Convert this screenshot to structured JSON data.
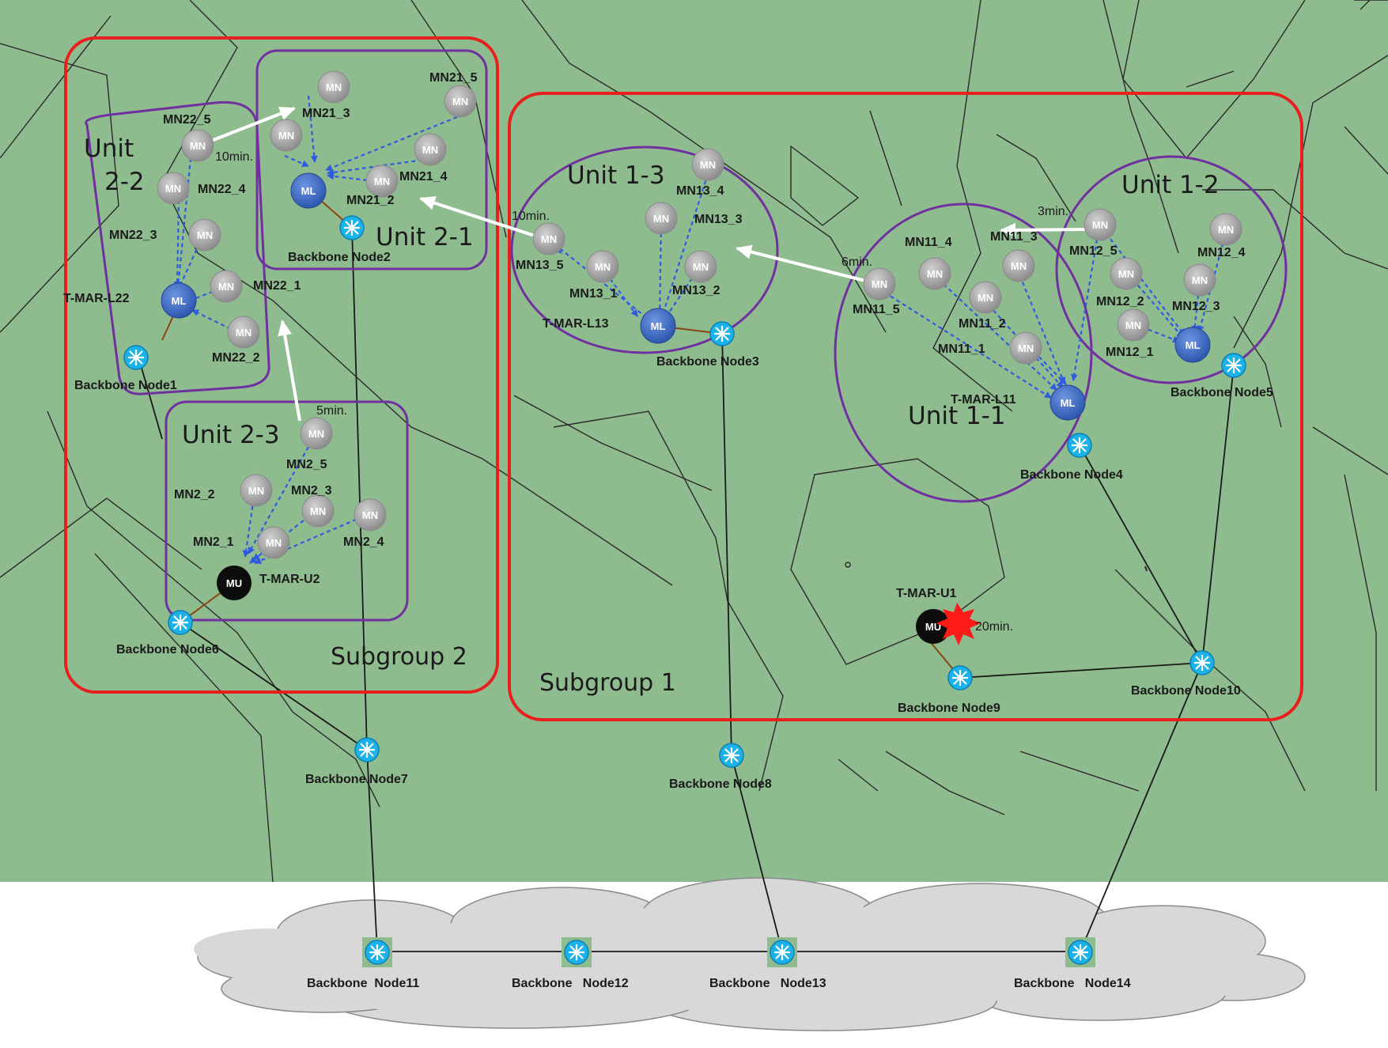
{
  "node_badges": {
    "mn": "MN",
    "ml": "ML",
    "mu": "MU"
  },
  "subgroups": {
    "sg1": "Subgroup 1",
    "sg2": "Subgroup 2"
  },
  "units": {
    "u11": "Unit 1-1",
    "u12": "Unit 1-2",
    "u13": "Unit 1-3",
    "u21": "Unit 2-1",
    "u22a": "Unit",
    "u22b": "2-2",
    "u23": "Unit 2-3"
  },
  "times": {
    "t_3": "3min.",
    "t_6": "6min.",
    "t_10a": "10min.",
    "t_10b": "10min.",
    "t_5": "5min.",
    "t_20": "20min."
  },
  "mn_labels": {
    "mn11_1": "MN11_1",
    "mn11_2": "MN11_2",
    "mn11_3": "MN11_3",
    "mn11_4": "MN11_4",
    "mn11_5": "MN11_5",
    "mn12_1": "MN12_1",
    "mn12_2": "MN12_2",
    "mn12_3": "MN12_3",
    "mn12_4": "MN12_4",
    "mn12_5": "MN12_5",
    "mn13_1": "MN13_1",
    "mn13_2": "MN13_2",
    "mn13_3": "MN13_3",
    "mn13_4": "MN13_4",
    "mn13_5": "MN13_5",
    "mn21_2": "MN21_2",
    "mn21_3": "MN21_3",
    "mn21_4": "MN21_4",
    "mn21_5": "MN21_5",
    "mn22_1": "MN22_1",
    "mn22_2": "MN22_2",
    "mn22_3": "MN22_3",
    "mn22_4": "MN22_4",
    "mn22_5": "MN22_5",
    "mn2_1": "MN2_1",
    "mn2_2": "MN2_2",
    "mn2_3": "MN2_3",
    "mn2_4": "MN2_4",
    "mn2_5": "MN2_5"
  },
  "mar_labels": {
    "l11": "T-MAR-L11",
    "l13": "T-MAR-L13",
    "l22": "T-MAR-L22",
    "u1": "T-MAR-U1",
    "u2": "T-MAR-U2"
  },
  "backbone_labels": {
    "b1": "Backbone Node1",
    "b2": "Backbone Node2",
    "b3": "Backbone Node3",
    "b4": "Backbone Node4",
    "b5": "Backbone Node5",
    "b6": "Backbone Node6",
    "b7": "Backbone Node7",
    "b8": "Backbone Node8",
    "b9": "Backbone Node9",
    "b10": "Backbone Node10",
    "b11": "Backbone  Node11",
    "b12": "Backbone   Node12",
    "b13": "Backbone   Node13",
    "b14": "Backbone   Node14"
  },
  "colors": {
    "map_green": "#8fbc8f",
    "subgroup_red": "#e8201d",
    "unit_purple": "#7030a0",
    "mn_gray": "#a6a6a6",
    "ml_blue": "#3f6fc4",
    "mu_black": "#0d0d0d",
    "backbone_cyan": "#1ab2e8",
    "cloud_gray": "#d8d8d8",
    "dashed_blue": "#2f5be0",
    "move_arrow": "#ffffff"
  }
}
